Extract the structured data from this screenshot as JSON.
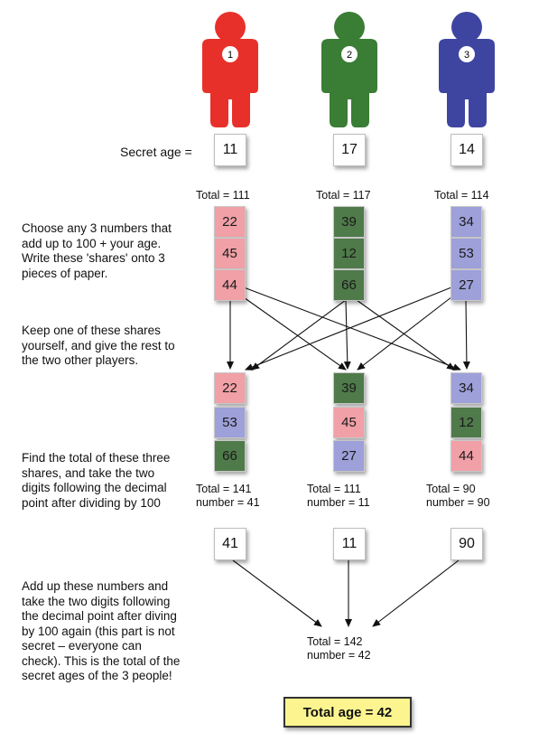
{
  "people": [
    {
      "number": "1",
      "color": "#e8302a",
      "secret_age": "11",
      "total": "Total = 111",
      "shares": [
        {
          "value": "22",
          "color": "#f0a0a6"
        },
        {
          "value": "45",
          "color": "#f0a0a6"
        },
        {
          "value": "44",
          "color": "#f0a0a6"
        }
      ]
    },
    {
      "number": "2",
      "color": "#3a7d35",
      "secret_age": "17",
      "total": "Total = 117",
      "shares": [
        {
          "value": "39",
          "color": "#4f7a4a"
        },
        {
          "value": "12",
          "color": "#4f7a4a"
        },
        {
          "value": "66",
          "color": "#4f7a4a"
        }
      ]
    },
    {
      "number": "3",
      "color": "#3e45a0",
      "secret_age": "14",
      "total": "Total = 114",
      "shares": [
        {
          "value": "34",
          "color": "#9ea0da"
        },
        {
          "value": "53",
          "color": "#9ea0da"
        },
        {
          "value": "27",
          "color": "#9ea0da"
        }
      ]
    }
  ],
  "secret_age_label": "Secret age =",
  "explanations": {
    "step1": "Choose any 3 numbers that add up to 100 + your age. Write these 'shares' onto 3 pieces of paper.",
    "step2": "Keep one of these shares yourself, and give the rest to the two other players.",
    "step3": "Find the total of these three shares, and take the two digits following the decimal point after dividing by 100",
    "step4": "Add up these numbers and take the two digits following the decimal point after diving by 100 again (this part is not secret – everyone can check). This is the total of the secret ages of the 3 people!"
  },
  "received": [
    {
      "shares": [
        {
          "value": "22",
          "color": "#f0a0a6"
        },
        {
          "value": "53",
          "color": "#9ea0da"
        },
        {
          "value": "66",
          "color": "#4f7a4a"
        }
      ],
      "total": "Total = 141",
      "number": "number = 41",
      "result": "41"
    },
    {
      "shares": [
        {
          "value": "39",
          "color": "#4f7a4a"
        },
        {
          "value": "45",
          "color": "#f0a0a6"
        },
        {
          "value": "27",
          "color": "#9ea0da"
        }
      ],
      "total": "Total = 111",
      "number": "number = 11",
      "result": "11"
    },
    {
      "shares": [
        {
          "value": "34",
          "color": "#9ea0da"
        },
        {
          "value": "12",
          "color": "#4f7a4a"
        },
        {
          "value": "44",
          "color": "#f0a0a6"
        }
      ],
      "total": "Total = 90",
      "number": "number = 90",
      "result": "90"
    }
  ],
  "final": {
    "total": "Total = 142",
    "number": "number = 42",
    "answer": "Total age = 42"
  }
}
